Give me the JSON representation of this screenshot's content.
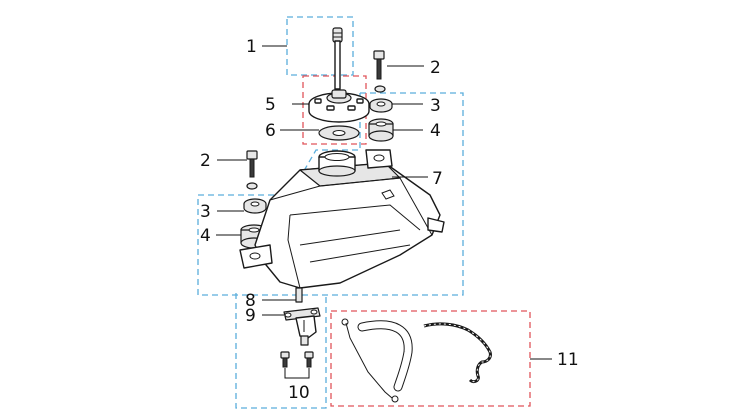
{
  "colors": {
    "blue_group": "#5aaedc",
    "red_group": "#e0555a",
    "ink": "#1a1a1a"
  },
  "callouts": {
    "c1": "1",
    "c2a": "2",
    "c2b": "2",
    "c3a": "3",
    "c3b": "3",
    "c4a": "4",
    "c4b": "4",
    "c5": "5",
    "c6": "6",
    "c7": "7",
    "c8": "8",
    "c9": "9",
    "c10": "10",
    "c11": "11"
  }
}
